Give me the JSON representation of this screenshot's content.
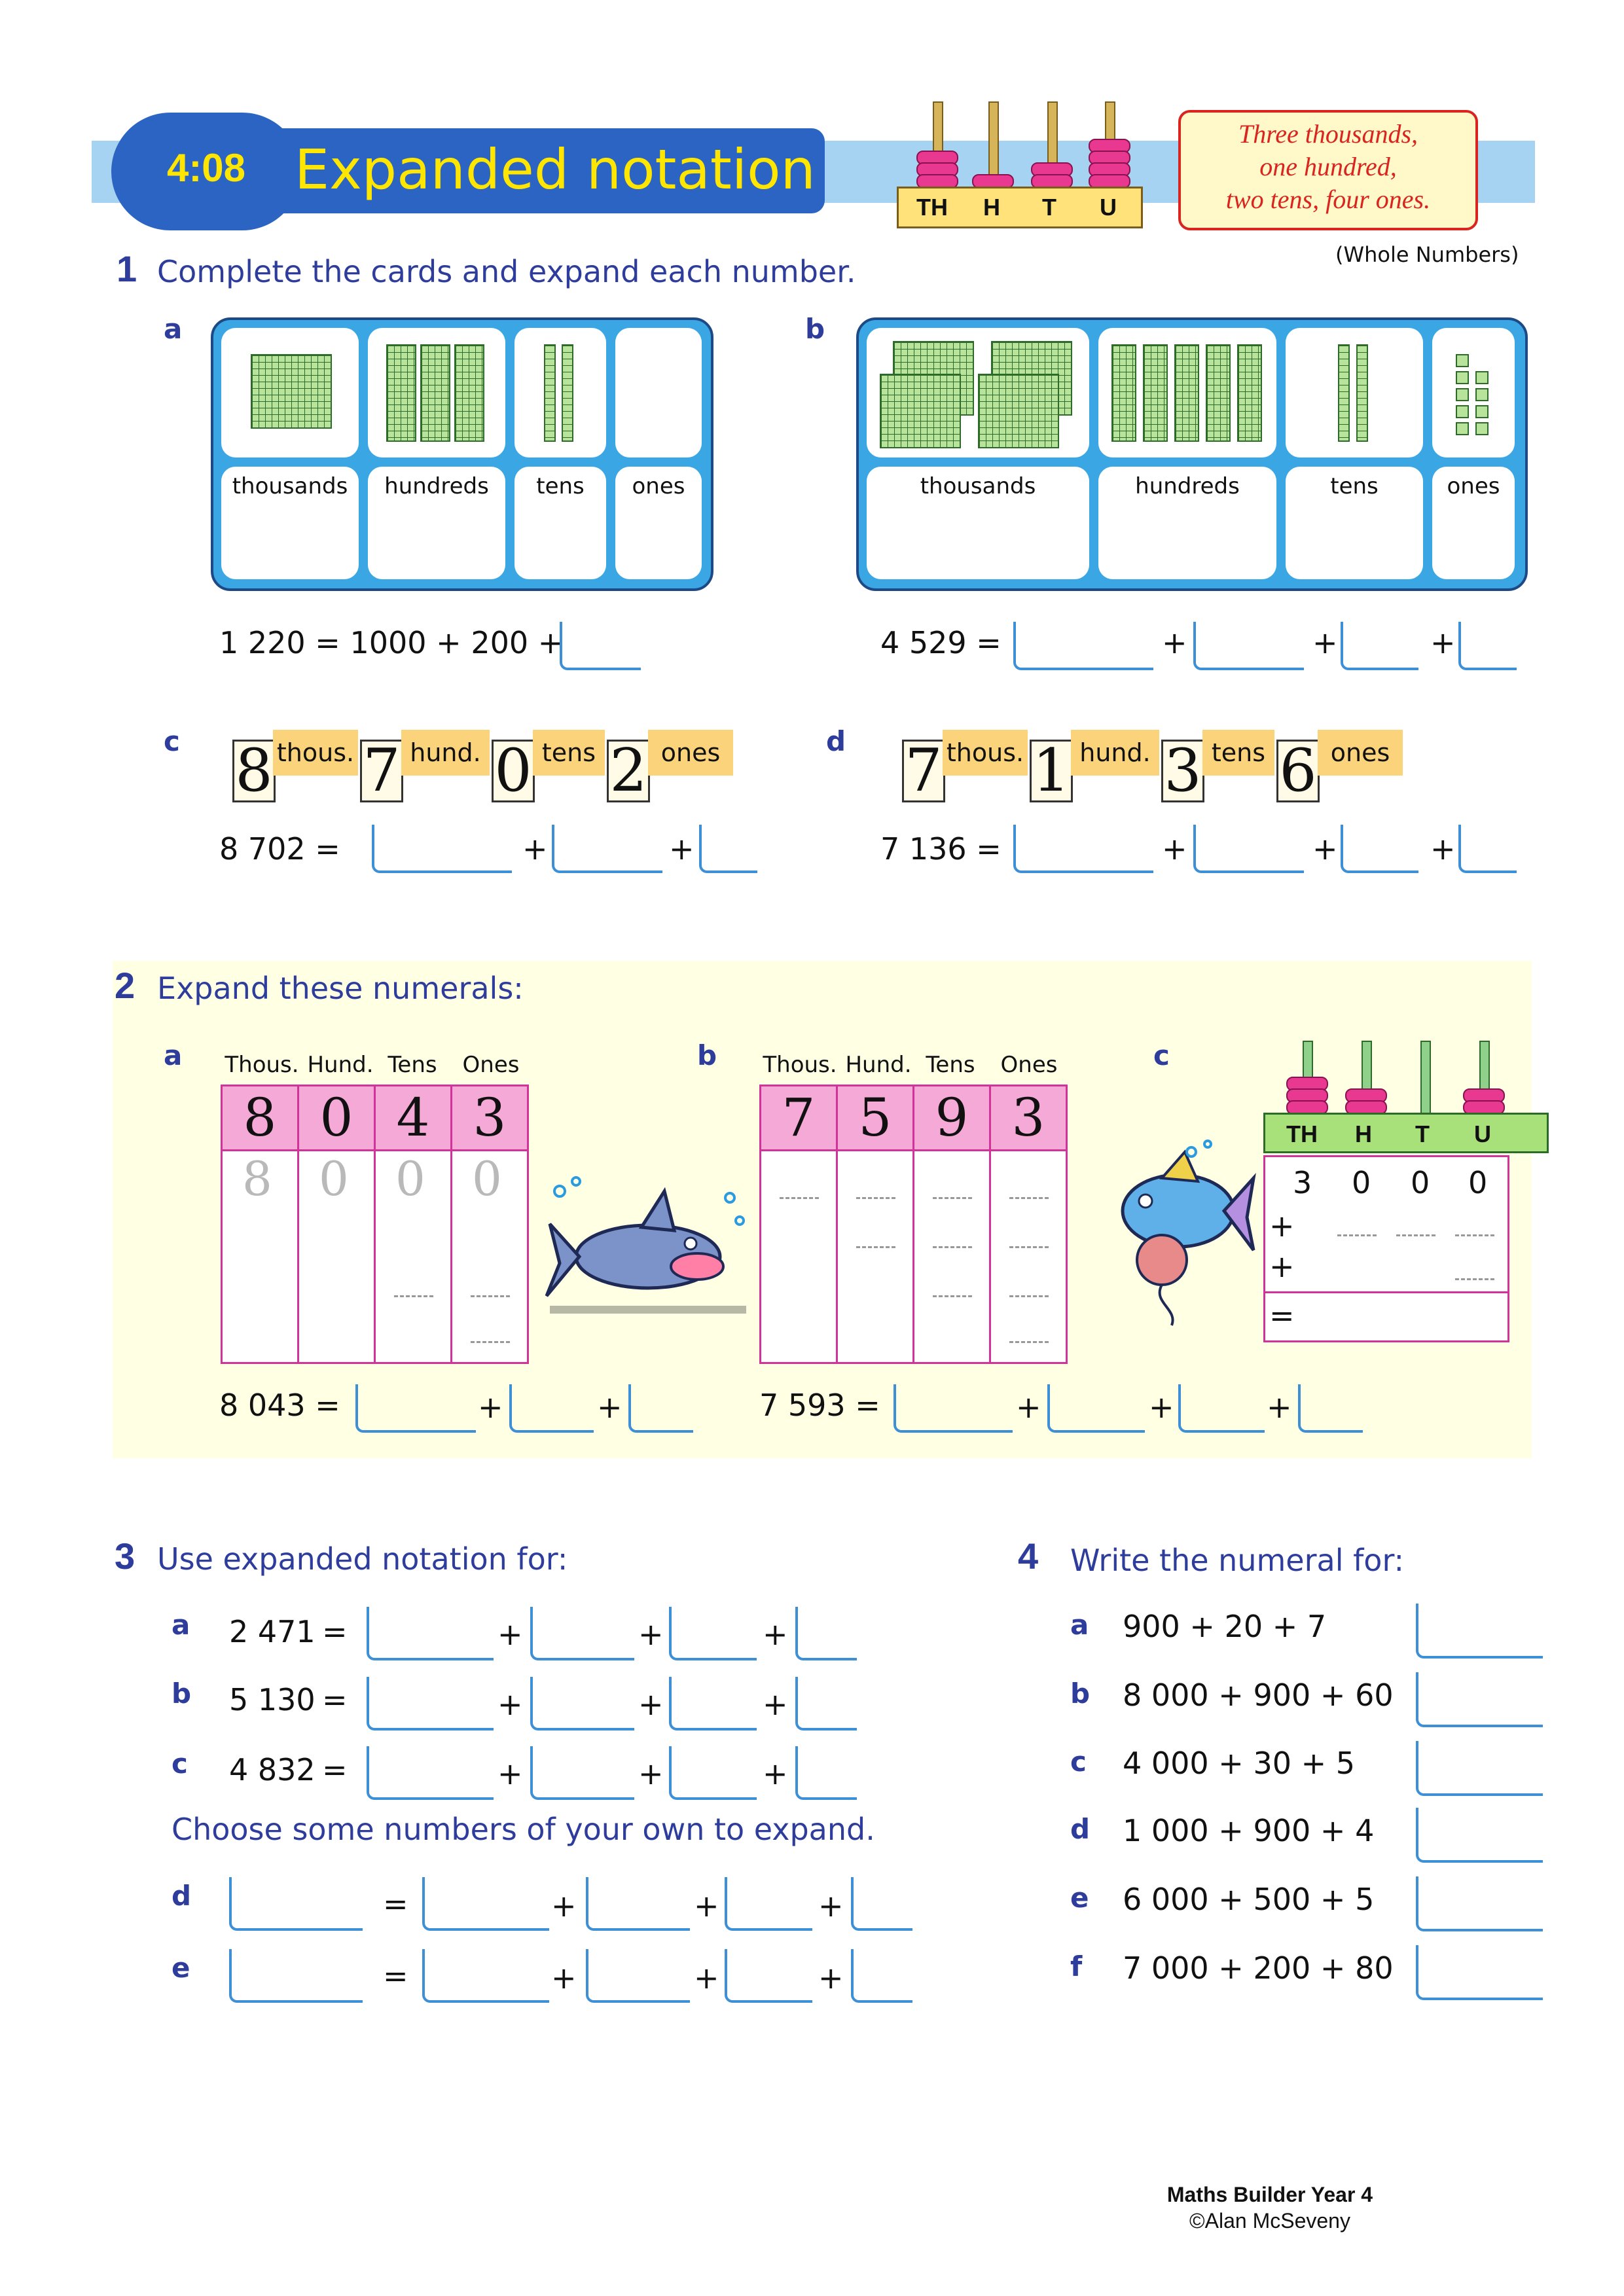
{
  "header": {
    "lesson_number": "4:08",
    "title": "Expanded notation",
    "abacus_labels": [
      "TH",
      "H",
      "T",
      "U"
    ],
    "callout": [
      "Three thousands,",
      "one hundred,",
      "two tens, four ones."
    ],
    "subtitle": "(Whole Numbers)"
  },
  "q1": {
    "number": "1",
    "instruction": "Complete the cards and expand each number.",
    "a": {
      "label": "a",
      "cards": [
        "thousands",
        "hundreds",
        "tens",
        "ones"
      ],
      "equation": "1 220 = 1000 + 200 +"
    },
    "b": {
      "label": "b",
      "cards": [
        "thousands",
        "hundreds",
        "tens",
        "ones"
      ],
      "equation": "4 529 ="
    },
    "c": {
      "label": "c",
      "digits": [
        "8",
        "7",
        "0",
        "2"
      ],
      "words": [
        "thous.",
        "hund.",
        "tens",
        "ones"
      ],
      "equation": "8 702 ="
    },
    "d": {
      "label": "d",
      "digits": [
        "7",
        "1",
        "3",
        "6"
      ],
      "words": [
        "thous.",
        "hund.",
        "tens",
        "ones"
      ],
      "equation": "7 136 ="
    },
    "plus": "+"
  },
  "q2": {
    "number": "2",
    "instruction": "Expand these numerals:",
    "a": {
      "label": "a",
      "headers": [
        "Thous.",
        "Hund.",
        "Tens",
        "Ones"
      ],
      "digits": [
        "8",
        "0",
        "4",
        "3"
      ],
      "ghost_row": [
        "8",
        "0",
        "0",
        "0"
      ],
      "equation": "8 043  ="
    },
    "b": {
      "label": "b",
      "headers": [
        "Thous.",
        "Hund.",
        "Tens",
        "Ones"
      ],
      "digits": [
        "7",
        "5",
        "9",
        "3"
      ],
      "equation": "7 593  ="
    },
    "c": {
      "label": "c",
      "abacus_labels": [
        "TH",
        "H",
        "T",
        "U"
      ],
      "first_row": [
        "3",
        "0",
        "0",
        "0"
      ],
      "plus": "+",
      "equals": "="
    }
  },
  "q3": {
    "number": "3",
    "instruction": "Use expanded notation for:",
    "items": [
      {
        "label": "a",
        "value": "2 471",
        "eq": "="
      },
      {
        "label": "b",
        "value": "5 130",
        "eq": "="
      },
      {
        "label": "c",
        "value": "4 832",
        "eq": "="
      }
    ],
    "prompt": "Choose some numbers of your own to expand.",
    "own": [
      {
        "label": "d",
        "eq": "="
      },
      {
        "label": "e",
        "eq": "="
      }
    ]
  },
  "q4": {
    "number": "4",
    "instruction": "Write the numeral for:",
    "items": [
      {
        "label": "a",
        "expr": "900 + 20 + 7"
      },
      {
        "label": "b",
        "expr": "8 000 + 900 + 60"
      },
      {
        "label": "c",
        "expr": "4 000 + 30 + 5"
      },
      {
        "label": "d",
        "expr": "1 000 + 900 + 4"
      },
      {
        "label": "e",
        "expr": "6 000 + 500 + 5"
      },
      {
        "label": "f",
        "expr": "7 000 + 200 + 80"
      }
    ]
  },
  "footer": {
    "book": "Maths Builder Year 4",
    "author": "©Alan McSeveny"
  },
  "colors": {
    "accent_blue": "#2e3d9c",
    "panel_blue": "#3aa6e3",
    "cream": "#ffffe3",
    "pink": "#f5a9d6",
    "title_yellow": "#ffe600"
  }
}
